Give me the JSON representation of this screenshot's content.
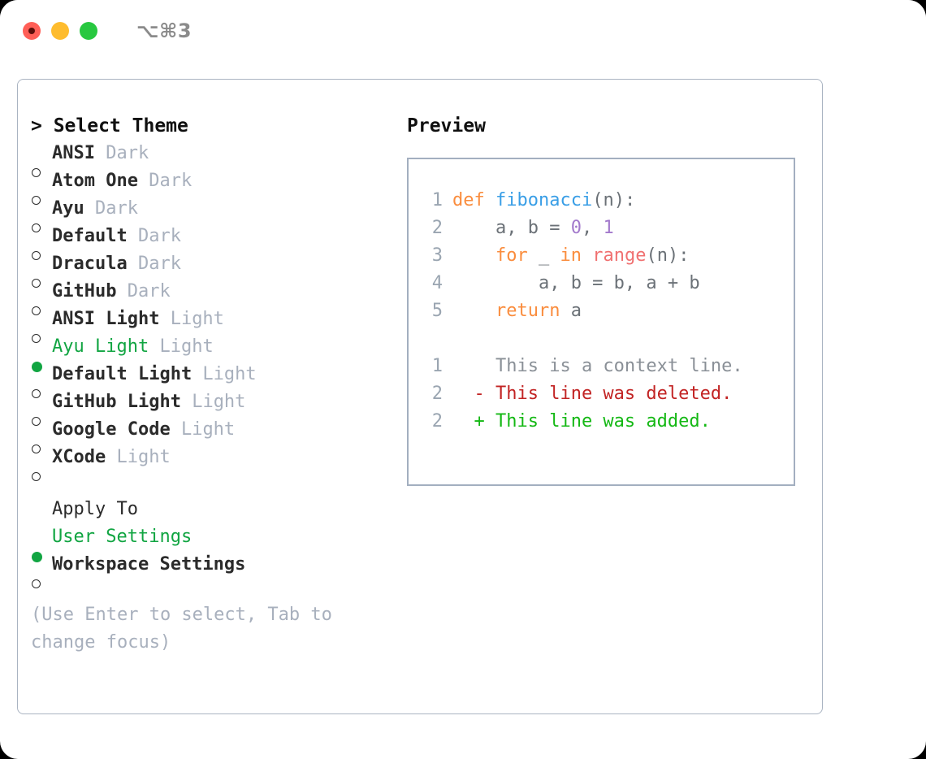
{
  "window": {
    "shortcut": "⌥⌘3",
    "traffic_lights": [
      {
        "name": "close",
        "color": "#ff5f57"
      },
      {
        "name": "minimize",
        "color": "#febc2e"
      },
      {
        "name": "zoom",
        "color": "#28c840"
      }
    ]
  },
  "theme_panel": {
    "header": "> Select Theme",
    "options": [
      {
        "marker": "ring",
        "name": "ANSI",
        "kind": "Dark",
        "selected": false
      },
      {
        "marker": "ring",
        "name": "Atom One",
        "kind": "Dark",
        "selected": false
      },
      {
        "marker": "ring",
        "name": "Ayu",
        "kind": "Dark",
        "selected": false
      },
      {
        "marker": "ring",
        "name": "Default",
        "kind": "Dark",
        "selected": false
      },
      {
        "marker": "ring",
        "name": "Dracula",
        "kind": "Dark",
        "selected": false
      },
      {
        "marker": "ring",
        "name": "GitHub",
        "kind": "Dark",
        "selected": false
      },
      {
        "marker": "ring",
        "name": "ANSI Light",
        "kind": "Light",
        "selected": false
      },
      {
        "marker": "fill",
        "name": "Ayu Light",
        "kind": "Light",
        "selected": true
      },
      {
        "marker": "ring",
        "name": "Default Light",
        "kind": "Light",
        "selected": false
      },
      {
        "marker": "ring",
        "name": "GitHub Light",
        "kind": "Light",
        "selected": false
      },
      {
        "marker": "ring",
        "name": "Google Code",
        "kind": "Light",
        "selected": false
      },
      {
        "marker": "ring",
        "name": "XCode",
        "kind": "Light",
        "selected": false
      }
    ],
    "apply_to": {
      "header": "Apply To",
      "options": [
        {
          "marker": "fill",
          "name": "User Settings",
          "selected": true
        },
        {
          "marker": "ring",
          "name": "Workspace Settings",
          "selected": false
        }
      ]
    },
    "hint": "(Use Enter to select, Tab to change focus)"
  },
  "preview": {
    "title": "Preview",
    "code_lines": [
      {
        "num": "1",
        "tokens": [
          {
            "t": "def",
            "c": "kw"
          },
          {
            "t": " ",
            "c": "plain"
          },
          {
            "t": "fibonacci",
            "c": "fn"
          },
          {
            "t": "(n):",
            "c": "plain"
          }
        ]
      },
      {
        "num": "2",
        "tokens": [
          {
            "t": "    a, b = ",
            "c": "plain"
          },
          {
            "t": "0",
            "c": "num"
          },
          {
            "t": ", ",
            "c": "plain"
          },
          {
            "t": "1",
            "c": "num"
          }
        ]
      },
      {
        "num": "3",
        "tokens": [
          {
            "t": "    ",
            "c": "plain"
          },
          {
            "t": "for",
            "c": "kw"
          },
          {
            "t": " _ ",
            "c": "plain"
          },
          {
            "t": "in",
            "c": "kw"
          },
          {
            "t": " ",
            "c": "plain"
          },
          {
            "t": "range",
            "c": "builtin"
          },
          {
            "t": "(n):",
            "c": "plain"
          }
        ]
      },
      {
        "num": "4",
        "tokens": [
          {
            "t": "        a, b = b, a + b",
            "c": "plain"
          }
        ]
      },
      {
        "num": "5",
        "tokens": [
          {
            "t": "    ",
            "c": "plain"
          },
          {
            "t": "return",
            "c": "kw"
          },
          {
            "t": " a",
            "c": "plain"
          }
        ]
      }
    ],
    "diff_lines": [
      {
        "num": "1",
        "sign": "  ",
        "text": "This is a context line.",
        "kind": "ctx"
      },
      {
        "num": "2",
        "sign": "- ",
        "text": "This line was deleted.",
        "kind": "del"
      },
      {
        "num": "2",
        "sign": "+ ",
        "text": "This line was added.",
        "kind": "add"
      }
    ]
  },
  "colors": {
    "accent_green": "#11a542",
    "keyword_orange": "#fa8d3e",
    "function_blue": "#399ee6",
    "number_purple": "#a37acc",
    "builtin_red": "#f07171",
    "muted_gray": "#a8b0bd",
    "diff_delete": "#c22424",
    "diff_add": "#14b814",
    "border": "#aab4c2"
  }
}
